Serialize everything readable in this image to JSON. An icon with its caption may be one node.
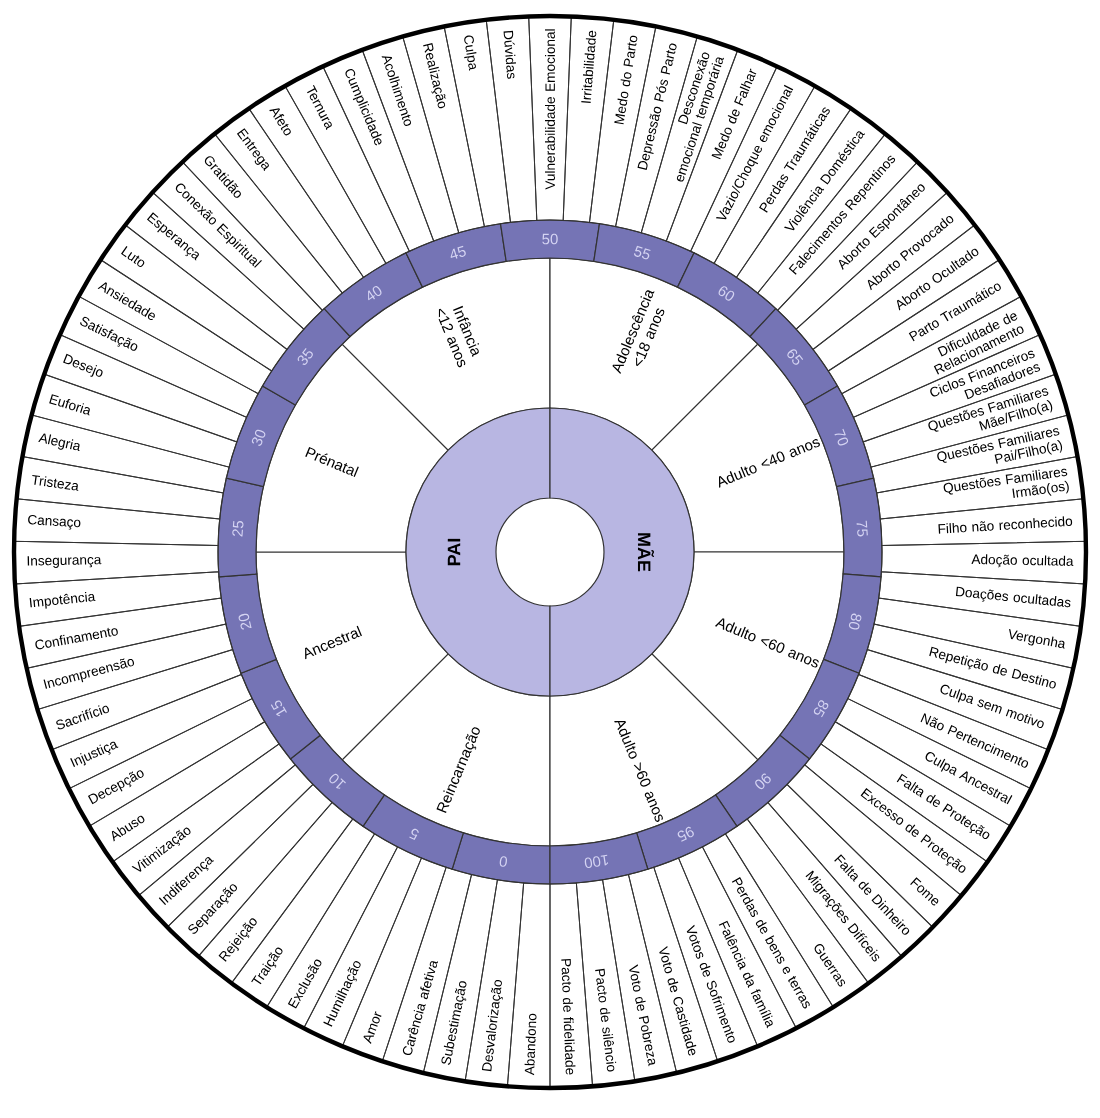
{
  "diagram": {
    "nodes": [
      {
        "text": [
          "Reincarnação"
        ]
      },
      {
        "text": [
          "Ancestral"
        ]
      },
      {
        "text": [
          "Prénatal"
        ]
      },
      {
        "text": [
          "Infância <12 anos"
        ]
      },
      {
        "text": [
          "Adolescência <18 anos"
        ]
      },
      {
        "text": [
          "Adulto <40 anos"
        ]
      },
      {
        "text": [
          "Adulto <60 anos"
        ]
      },
      {
        "text": [
          "Adulto >60 anos"
        ]
      },
      {
        "text": [
          "PAI"
        ]
      },
      {
        "text": [
          "MÃE"
        ]
      }
    ],
    "labels": [
      "Vulnerabilidade Emocional",
      "Irritabilidade",
      "Medo do Parto",
      "Depressão Pós Parto",
      "Desconexão emocional temporária",
      "Medo de Falhar",
      "Vazio/Choque emocional",
      "Perdas Traumáticas",
      "Violência Doméstica",
      "Falecimentos Repentinos",
      "Aborto Espontâneo",
      "Aborto Provocado",
      "Aborto Ocultado",
      "Parto Traumático",
      "Dificuldade de Relacionamento",
      "Ciclos Financeiros Desafiadores",
      "Questões Familiares Mãe/Filho(a)",
      "Questões Familiares Pai/Filho(a)",
      "Questões Familiares Irmão(os)",
      "Filho não reconhecido",
      "Adoção ocultada",
      "Doações ocultadas",
      "Vergonha",
      "Repetição de Destino",
      "Culpa sem motivo",
      "Não Pertencimento",
      "Culpa Ancestral",
      "Falta de Proteção",
      "Excesso de Proteção",
      "Fome",
      "Falta de Dinheiro",
      "Migrações Difíceis",
      "Guerras",
      "Perdas de bens e terras",
      "Falência da família",
      "Votos de Sofrimento",
      "Voto de Castidade",
      "Voto de Pobreza",
      "Pacto de silêncio",
      "Pacto de fidelidade",
      "Abandono",
      "Desvalorização",
      "Subestimação",
      "Carência afetiva",
      "Amor",
      "Humilhação",
      "Exclusão",
      "Traição",
      "Rejeição",
      "Separação",
      "Indiferença",
      "Vitimização",
      "Abuso",
      "Decepção",
      "Injustiça",
      "Sacrifício",
      "Incompreensão",
      "Confinamento",
      "Impotência",
      "Insegurança",
      "Cansaço",
      "Tristeza",
      "Alegria",
      "Euforia",
      "Desejo",
      "Satisfação",
      "Ansiedade",
      "Luto",
      "Esperança",
      "Conexão Espiritual",
      "Gratidão",
      "Entrega",
      "Afeto",
      "Ternura",
      "Cumplicidade",
      "Acolhimento",
      "Realização",
      "Culpa",
      "Dúvidas",
      "0",
      "5",
      "10",
      "15",
      "20",
      "25",
      "30",
      "35",
      "40",
      "45",
      "50",
      "55",
      "60",
      "65",
      "70",
      "75",
      "80",
      "85",
      "90",
      "95",
      "100"
    ]
  }
}
